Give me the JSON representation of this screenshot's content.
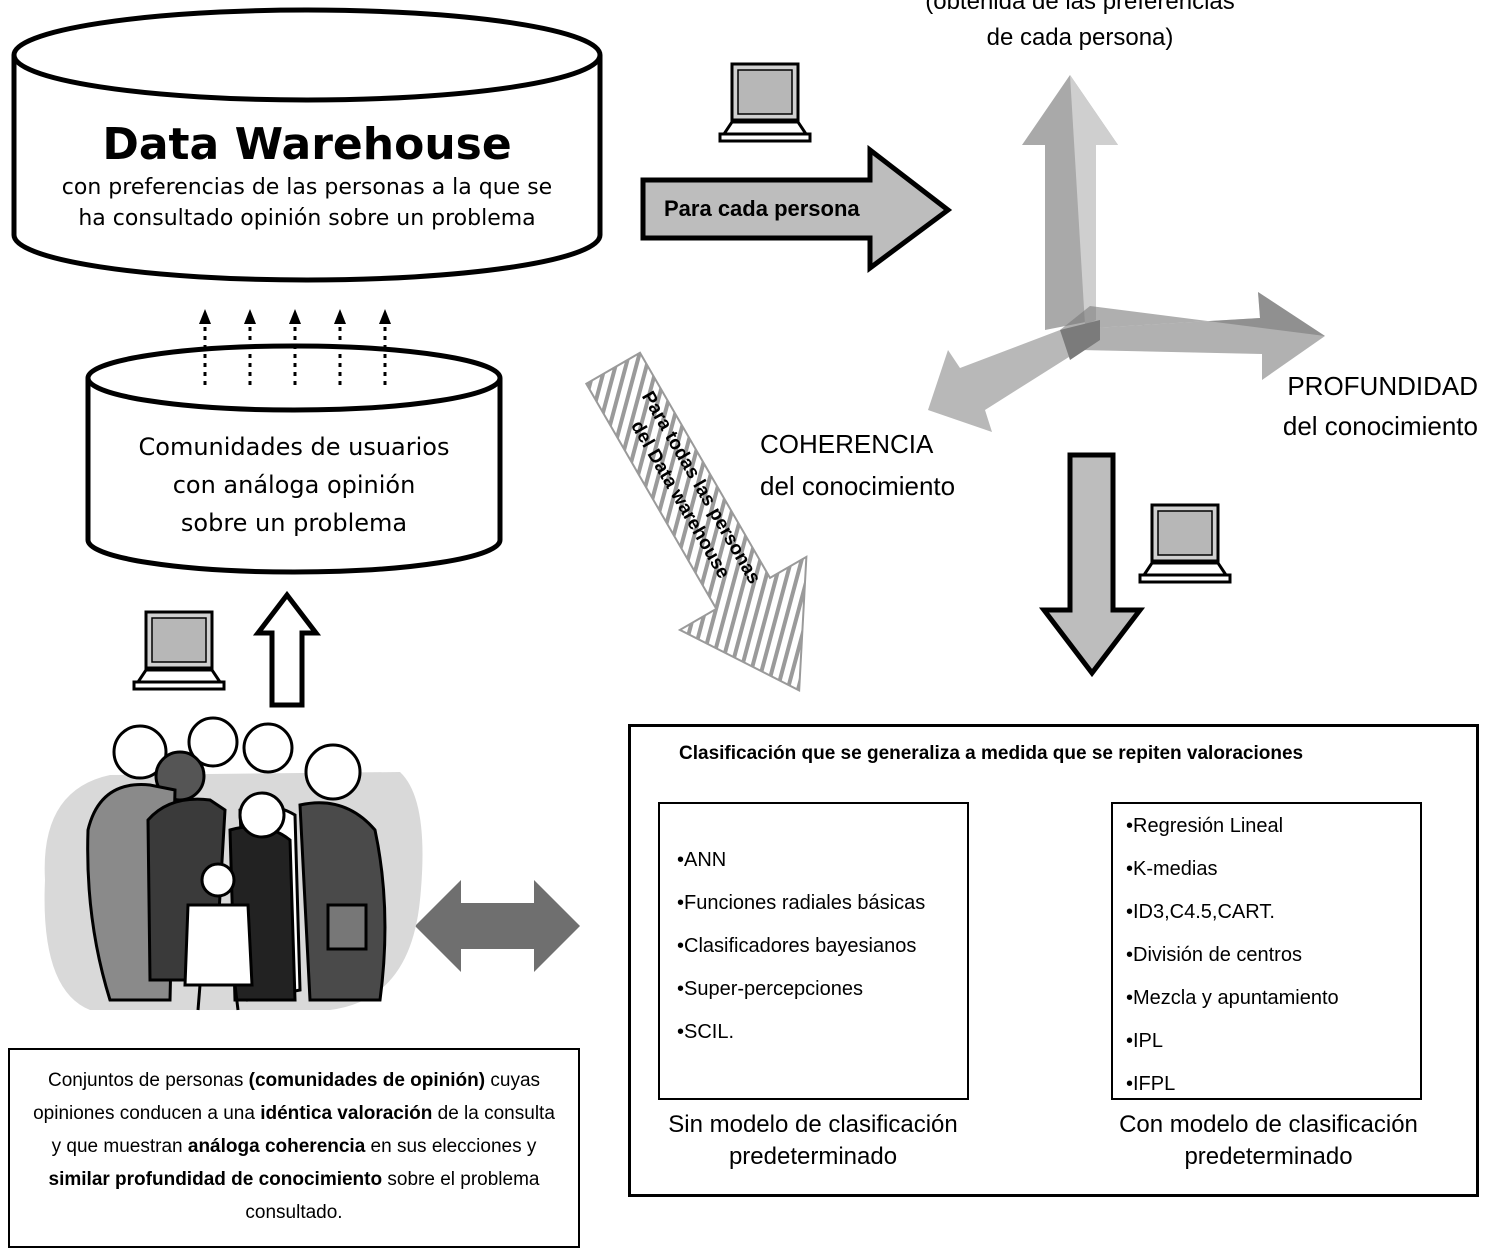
{
  "data_warehouse": {
    "title": "Data Warehouse",
    "line1": "con preferencias de las personas a la que se",
    "line2": "ha consultado opinión sobre un problema"
  },
  "communities_db": {
    "line1": "Comunidades de usuarios",
    "line2": "con análoga opinión",
    "line3": "sobre un problema"
  },
  "arrows": {
    "para_cada_persona": "Para cada persona",
    "para_todas_line1": "Para todas las personas",
    "para_todas_line2": "del Data warehouse"
  },
  "axes": {
    "top_line1": "(obtenida de las preferencias",
    "top_line2": "de cada persona)",
    "profundidad_line1": "PROFUNDIDAD",
    "profundidad_line2": "del conocimiento",
    "coherencia_line1": "COHERENCIA",
    "coherencia_line2": "del conocimiento"
  },
  "classification": {
    "title": "Clasificación que se generaliza a medida que se repiten valoraciones",
    "left_items": [
      "•ANN",
      "•Funciones radiales básicas",
      "•Clasificadores bayesianos",
      "•Super-percepciones",
      "•SCIL."
    ],
    "left_caption_line1": "Sin modelo de clasificación",
    "left_caption_line2": "predeterminado",
    "right_items": [
      "•Regresión Lineal",
      "•K-medias",
      "•ID3,C4.5,CART.",
      "•División de centros",
      "•Mezcla y apuntamiento",
      "•IPL",
      "•IFPL"
    ],
    "right_caption_line1": "Con modelo de clasificación",
    "right_caption_line2": "predeterminado"
  },
  "description": {
    "t1": "Conjuntos de personas ",
    "b1": "(comunidades de opinión)",
    "t2": " cuyas opiniones conducen a una ",
    "b2": "idéntica valoración",
    "t3": " de la consulta y que muestran ",
    "b3": "análoga coherencia",
    "t4": " en sus elecciones y ",
    "b4": "similar profundidad de conocimiento",
    "t5": " sobre el problema consultado."
  },
  "icons": [
    "laptop-icon",
    "people-group-illustration",
    "double-arrow-icon",
    "3d-axes-illustration"
  ],
  "colors": {
    "stroke": "#000000",
    "arrow_gray": "#bdbdbd",
    "axis_gray": "#a6a6a6",
    "dark_gray": "#6f6f6f"
  }
}
